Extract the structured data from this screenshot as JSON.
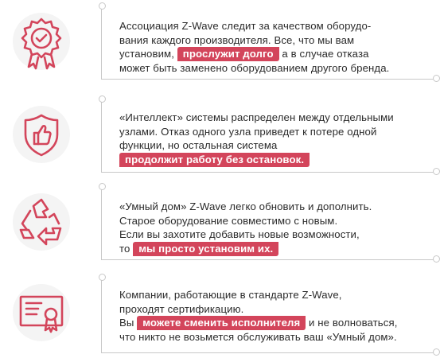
{
  "items": [
    {
      "icon": "award-rosette-check-icon",
      "lines": [
        "Ассоциация Z-Wave следит за качеством оборудо-",
        "вания каждого производителя. Все, что мы вам",
        {
          "before": "установим, ",
          "highlight": "прослужит долго",
          "after": " а в случае отказа"
        },
        "может быть заменено оборудованием другого бренда."
      ]
    },
    {
      "icon": "shield-thumbs-up-icon",
      "lines": [
        "«Интеллект» системы распределен между отдельными",
        "узлами. Отказ одного узла приведет к потере одной",
        "функции, но остальная система",
        {
          "before": "",
          "highlight": "продолжит работу без остановок.",
          "after": ""
        }
      ]
    },
    {
      "icon": "recycle-arrows-icon",
      "lines": [
        "«Умный дом» Z-Wave легко обновить и дополнить.",
        "Старое оборудование совместимо с новым.",
        "Если вы захотите добавить новые возможности,",
        {
          "before": "то ",
          "highlight": "мы просто установим их.",
          "after": ""
        }
      ]
    },
    {
      "icon": "certificate-icon",
      "lines": [
        "Компании, работающие в стандарте Z-Wave,",
        "проходят  сертификацию.",
        {
          "before": "Вы ",
          "highlight": "можете сменить исполнителя",
          "after": "  и не  волноваться,"
        },
        "что никто не возьмется обслуживать ваш «Умный дом»."
      ]
    }
  ],
  "colors": {
    "accent": "#d3455b",
    "text": "#2b2b2b",
    "line": "#c8c8c8",
    "icon_bg": "#f4f4f4"
  }
}
